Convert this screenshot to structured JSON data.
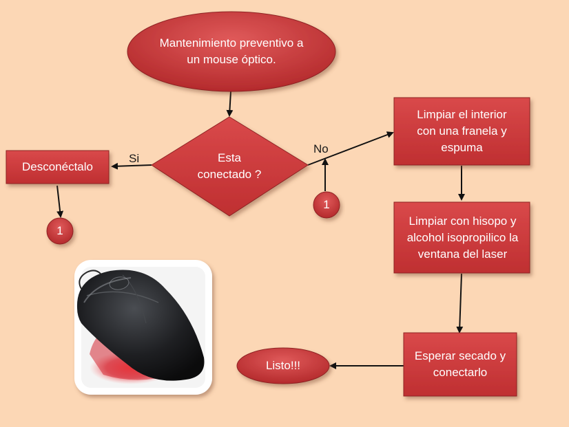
{
  "nodes": {
    "start": "Mantenimiento preventivo a un mouse óptico.",
    "decision": "Esta conectado ?",
    "disconnect": "Desconéctalo",
    "clean_interior": "Limpiar el interior con una franela y espuma",
    "clean_laser": "Limpiar con hisopo y alcohol isopropilico la ventana del laser",
    "dry_connect": "Esperar secado y conectarlo",
    "done": "Listo!!!"
  },
  "edge_labels": {
    "yes": "Si",
    "no": "No"
  },
  "connectors": {
    "left": "1",
    "right": "1"
  },
  "colors": {
    "background": "#fcd7b5",
    "shape_fill": "#c9393b",
    "shape_text": "#ffffff",
    "arrow": "#111111"
  }
}
